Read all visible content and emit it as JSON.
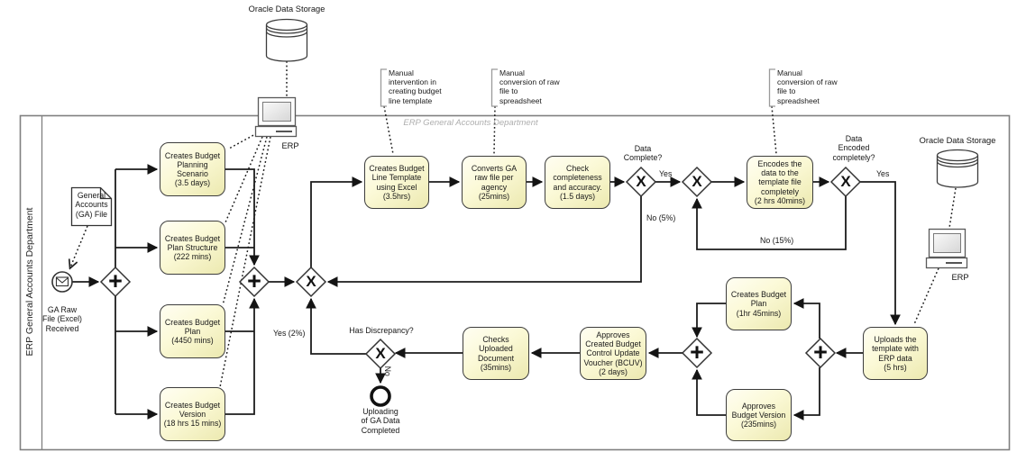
{
  "pool": {
    "lane_label": "ERP General Accounts Department",
    "inner_label": "ERP General Accounts Department"
  },
  "devices": {
    "oracle_top_label": "Oracle Data Storage",
    "oracle_right_label": "Oracle Data Storage",
    "erp_left_label": "ERP",
    "erp_right_label": "ERP"
  },
  "artifacts": {
    "document_label": "General\nAccounts\n(GA) File"
  },
  "events": {
    "start_label": "GA Raw\nFile (Excel)\nReceived",
    "end_label": "Uploading\nof GA Data\nCompleted"
  },
  "tasks": {
    "t1": "Creates Budget\nPlanning\nScenario\n(3.5 days)",
    "t2": "Creates Budget\nPlan Structure\n(222 mins)",
    "t3": "Creates Budget\nPlan\n(4450 mins)",
    "t4": "Creates Budget\nVersion\n(18 hrs 15 mins)",
    "t5": "Creates Budget\nLine Template\nusing Excel\n(3.5hrs)",
    "t6": "Converts GA\nraw file per\nagency\n(25mins)",
    "t7": "Check\ncompleteness\nand accuracy.\n(1.5 days)",
    "t8": "Encodes the\ndata to the\ntemplate file\ncompletely\n(2 hrs 40mins)",
    "t9": "Uploads the\ntemplate with\nERP data\n(5 hrs)",
    "t10": "Creates Budget\nPlan\n(1hr 45mins)",
    "t11": "Approves\nBudget Version\n(235mins)",
    "t12": "Approves\nCreated Budget\nControl Update\nVoucher (BCUV)\n(2 days)",
    "t13": "Checks\nUploaded\nDocument\n(35mins)"
  },
  "gateways": {
    "g1": "+",
    "g2": "+",
    "g3": "X",
    "g4": "X",
    "g5": "X",
    "g6": "X",
    "g7": "+",
    "g8": "+",
    "g9": "X"
  },
  "edge_labels": {
    "data_complete": "Data\nComplete?",
    "yes1": "Yes",
    "no5": "No (5%)",
    "data_encoded": "Data\nEncoded\ncompletely?",
    "yes2": "Yes",
    "no15": "No (15%)",
    "yes2pct": "Yes (2%)",
    "has_discrepancy": "Has Discrepancy?",
    "no_end": "No"
  },
  "annotations": {
    "a1": "Manual\nintervention in\ncreating budget\nline template",
    "a2": "Manual\nconversion of raw\nfile to\nspreadsheet",
    "a3": "Manual\nconversion of raw\nfile to\nspreadsheet"
  },
  "colors": {
    "task_fill": "#FBF9D6",
    "task_border": "#3D3D3D",
    "flow": "#1C1C1C",
    "pool_border": "#808080",
    "annotation_gray": "#999999",
    "inner_label_gray": "#AEAEAE"
  }
}
